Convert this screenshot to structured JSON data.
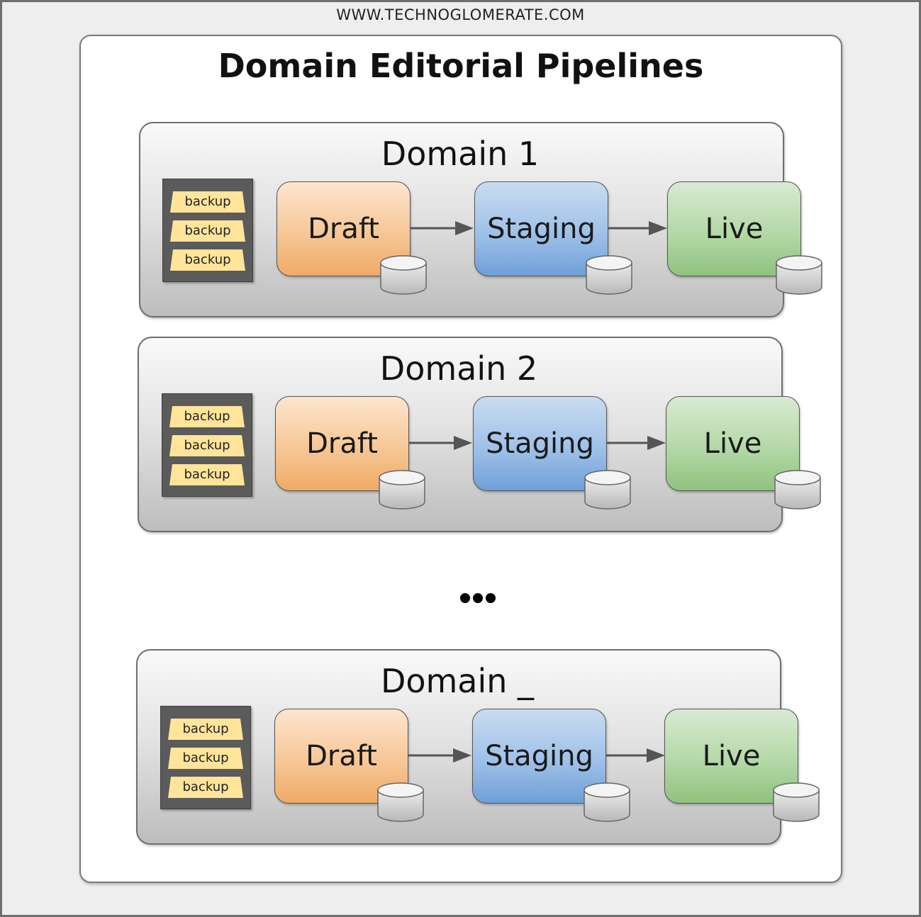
{
  "site_url": "WWW.TECHNOGLOMERATE.COM",
  "title": "Domain Editorial Pipelines",
  "backup_label": "backup",
  "domains": [
    {
      "name": "Domain 1",
      "stages": [
        "Draft",
        "Staging",
        "Live"
      ]
    },
    {
      "name": "Domain 2",
      "stages": [
        "Draft",
        "Staging",
        "Live"
      ]
    },
    {
      "name": "Domain _",
      "stages": [
        "Draft",
        "Staging",
        "Live"
      ]
    }
  ],
  "ellipsis": "more-domains-indicator",
  "colors": {
    "draft": "#f6c796",
    "staging": "#9fc1e8",
    "live": "#b4d8a7",
    "backup_tag": "#ffe49a",
    "backup_rack": "#5b5b5b",
    "arrow": "#555555"
  }
}
